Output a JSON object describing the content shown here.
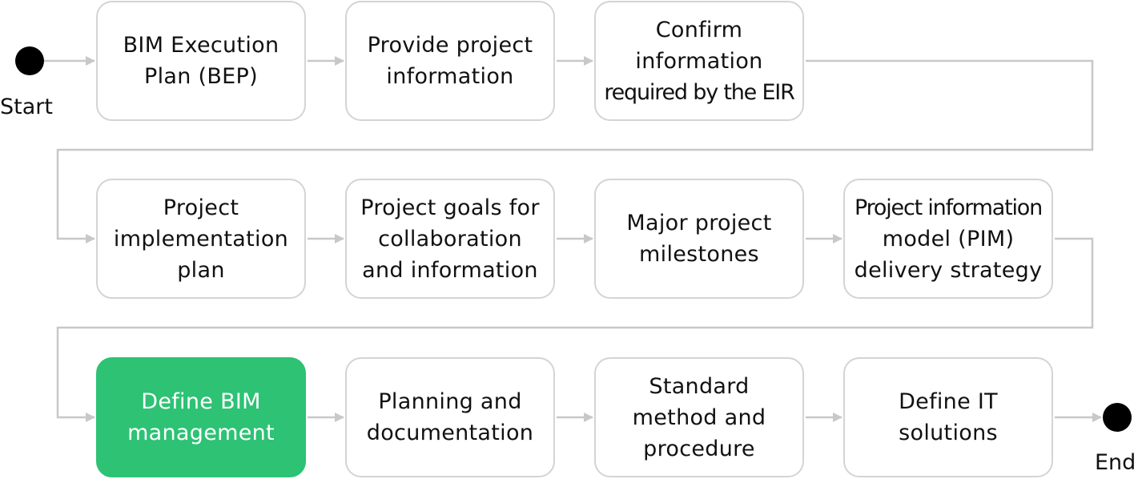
{
  "start": {
    "label": "Start"
  },
  "end": {
    "label": "End"
  },
  "steps": [
    {
      "lines": [
        "BIM Execution",
        "Plan (BEP)"
      ]
    },
    {
      "lines": [
        "Provide project",
        "information"
      ]
    },
    {
      "lines": [
        "Confirm",
        "information",
        "required by the EIR"
      ]
    },
    {
      "lines": [
        "Project",
        "implementation",
        "plan"
      ]
    },
    {
      "lines": [
        "Project goals for",
        "collaboration",
        "and information"
      ]
    },
    {
      "lines": [
        "Major project",
        "milestones"
      ]
    },
    {
      "lines": [
        "Project information",
        "model (PIM)",
        "delivery strategy"
      ]
    },
    {
      "lines": [
        "Define BIM",
        "management"
      ]
    },
    {
      "lines": [
        "Planning and",
        "documentation"
      ]
    },
    {
      "lines": [
        "Standard",
        "method and",
        "procedure"
      ]
    },
    {
      "lines": [
        "Define IT",
        "solutions"
      ]
    }
  ],
  "colors": {
    "highlight": "#2dc274",
    "border": "#d4d4d4",
    "connector": "#c8c8c8",
    "terminal": "#000000"
  }
}
